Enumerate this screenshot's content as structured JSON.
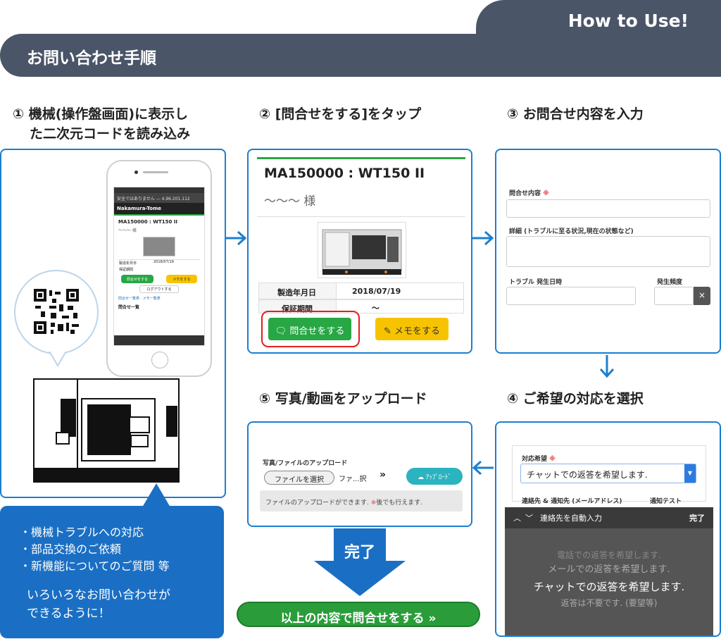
{
  "header": {
    "tab_label": "How to Use!",
    "title": "お問い合わせ手順"
  },
  "steps": {
    "s1": {
      "line1": "① 機械(操作盤画面)に表示し",
      "line2": "た二次元コードを読み込み"
    },
    "s2": "② [問合せをする]をタップ",
    "s3": "③ お問合せ内容を入力",
    "s4": "④ ご希望の対応を選択",
    "s5": "⑤ 写真/動画をアップロード"
  },
  "phone": {
    "url": "安全ではありません — 4.96.201.112",
    "brand": "Nakamura-Tome",
    "machine": "MA150000 : WT150 II",
    "customer": "〜〜〜 様",
    "date_label": "製造年月日",
    "date": "2018/07/19",
    "warranty_label": "保証期間",
    "inquire": "問合せをする",
    "memo": "メモをする",
    "logout": "ログアウトする",
    "links": "問合せ一覧表 · メモ一覧表",
    "list": "問合せ一覧"
  },
  "panel2": {
    "machine": "MA150000 : WT150 II",
    "customer": "〜〜〜 様",
    "date_label": "製造年月日",
    "date": "2018/07/19",
    "warranty_label": "保証期間",
    "warranty_value": "〜",
    "inquire_button": "問合せをする",
    "memo_button": "メモをする"
  },
  "panel3": {
    "content_label": "問合せ内容",
    "required_mark": "※",
    "detail_label": "詳細 (トラブルに至る状況,現在の状態など)",
    "date_label": "トラブル 発生日時",
    "freq_label": "発生頻度",
    "clear": "×"
  },
  "panel4": {
    "response_label": "対応希望",
    "required_mark": "※",
    "selected": "チャットでの返答を希望します.",
    "contact_label": "連絡先 & 通知先 (メールアドレス)",
    "test_label": "通知テスト",
    "autofill": "連絡先を自動入力",
    "done": "完了",
    "options": [
      "電話での返答を希望します.",
      "メールでの返答を希望します.",
      "チャットでの返答を希望します.",
      "返答は不要です. (要望等)"
    ]
  },
  "panel5": {
    "upload_label": "写真/ファイルのアップロード",
    "choose_file": "ファイルを選択",
    "file_name": "ファ...択",
    "chevrons": "»",
    "upload_button": "ｱｯﾌﾟﾛｰﾄﾞ",
    "note_pre": "ファイルのアップロードができます. ",
    "note_mark": "※",
    "note_post": "後でも行えます."
  },
  "complete": "完了",
  "submit_button": "以上の内容で問合せをする »",
  "bullets": [
    "・機械トラブルへの対応",
    "・部品交換のご依頼",
    "・新機能についてのご質問 等"
  ],
  "summary": {
    "line1": "いろいろなお問い合わせが",
    "line2": "できるように！"
  },
  "colors": {
    "header": "#4a5568",
    "accent_blue": "#1a7fd1",
    "green": "#28a745",
    "yellow": "#f7c300"
  }
}
